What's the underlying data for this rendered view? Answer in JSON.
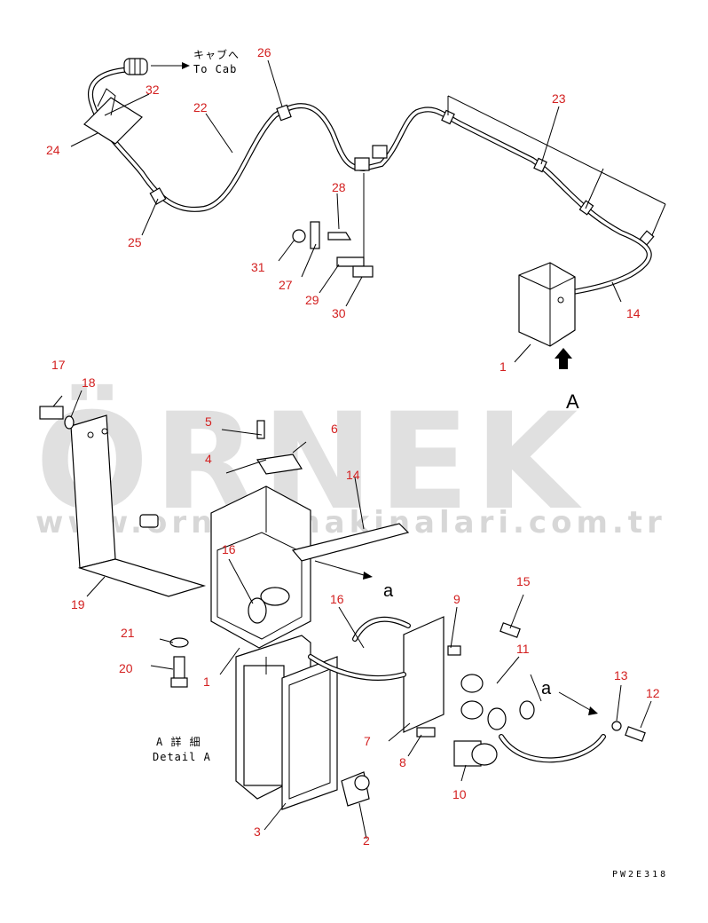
{
  "watermark": {
    "brand": "ÖRNEK",
    "url": "www.orneksmakinalari.com.tr"
  },
  "notes": {
    "to_cab_jp": "キャブへ",
    "to_cab_en": "To Cab",
    "detail_jp": "A 詳 細",
    "detail_en": "Detail A",
    "view_a": "A",
    "arrow_a1": "a",
    "arrow_a2": "a",
    "drawing_code": "PW2E318"
  },
  "callouts": [
    {
      "id": "c1a",
      "text": "1"
    },
    {
      "id": "c1b",
      "text": "1"
    },
    {
      "id": "c2",
      "text": "2"
    },
    {
      "id": "c3",
      "text": "3"
    },
    {
      "id": "c4",
      "text": "4"
    },
    {
      "id": "c5",
      "text": "5"
    },
    {
      "id": "c6",
      "text": "6"
    },
    {
      "id": "c7",
      "text": "7"
    },
    {
      "id": "c8",
      "text": "8"
    },
    {
      "id": "c9",
      "text": "9"
    },
    {
      "id": "c10",
      "text": "10"
    },
    {
      "id": "c11",
      "text": "11"
    },
    {
      "id": "c12",
      "text": "12"
    },
    {
      "id": "c13",
      "text": "13"
    },
    {
      "id": "c14a",
      "text": "14"
    },
    {
      "id": "c14b",
      "text": "14"
    },
    {
      "id": "c15",
      "text": "15"
    },
    {
      "id": "c16a",
      "text": "16"
    },
    {
      "id": "c16b",
      "text": "16"
    },
    {
      "id": "c17",
      "text": "17"
    },
    {
      "id": "c18",
      "text": "18"
    },
    {
      "id": "c19",
      "text": "19"
    },
    {
      "id": "c20",
      "text": "20"
    },
    {
      "id": "c21",
      "text": "21"
    },
    {
      "id": "c22",
      "text": "22"
    },
    {
      "id": "c23",
      "text": "23"
    },
    {
      "id": "c24",
      "text": "24"
    },
    {
      "id": "c25",
      "text": "25"
    },
    {
      "id": "c26",
      "text": "26"
    },
    {
      "id": "c27",
      "text": "27"
    },
    {
      "id": "c28",
      "text": "28"
    },
    {
      "id": "c29",
      "text": "29"
    },
    {
      "id": "c30",
      "text": "30"
    },
    {
      "id": "c31",
      "text": "31"
    },
    {
      "id": "c32",
      "text": "32"
    }
  ]
}
